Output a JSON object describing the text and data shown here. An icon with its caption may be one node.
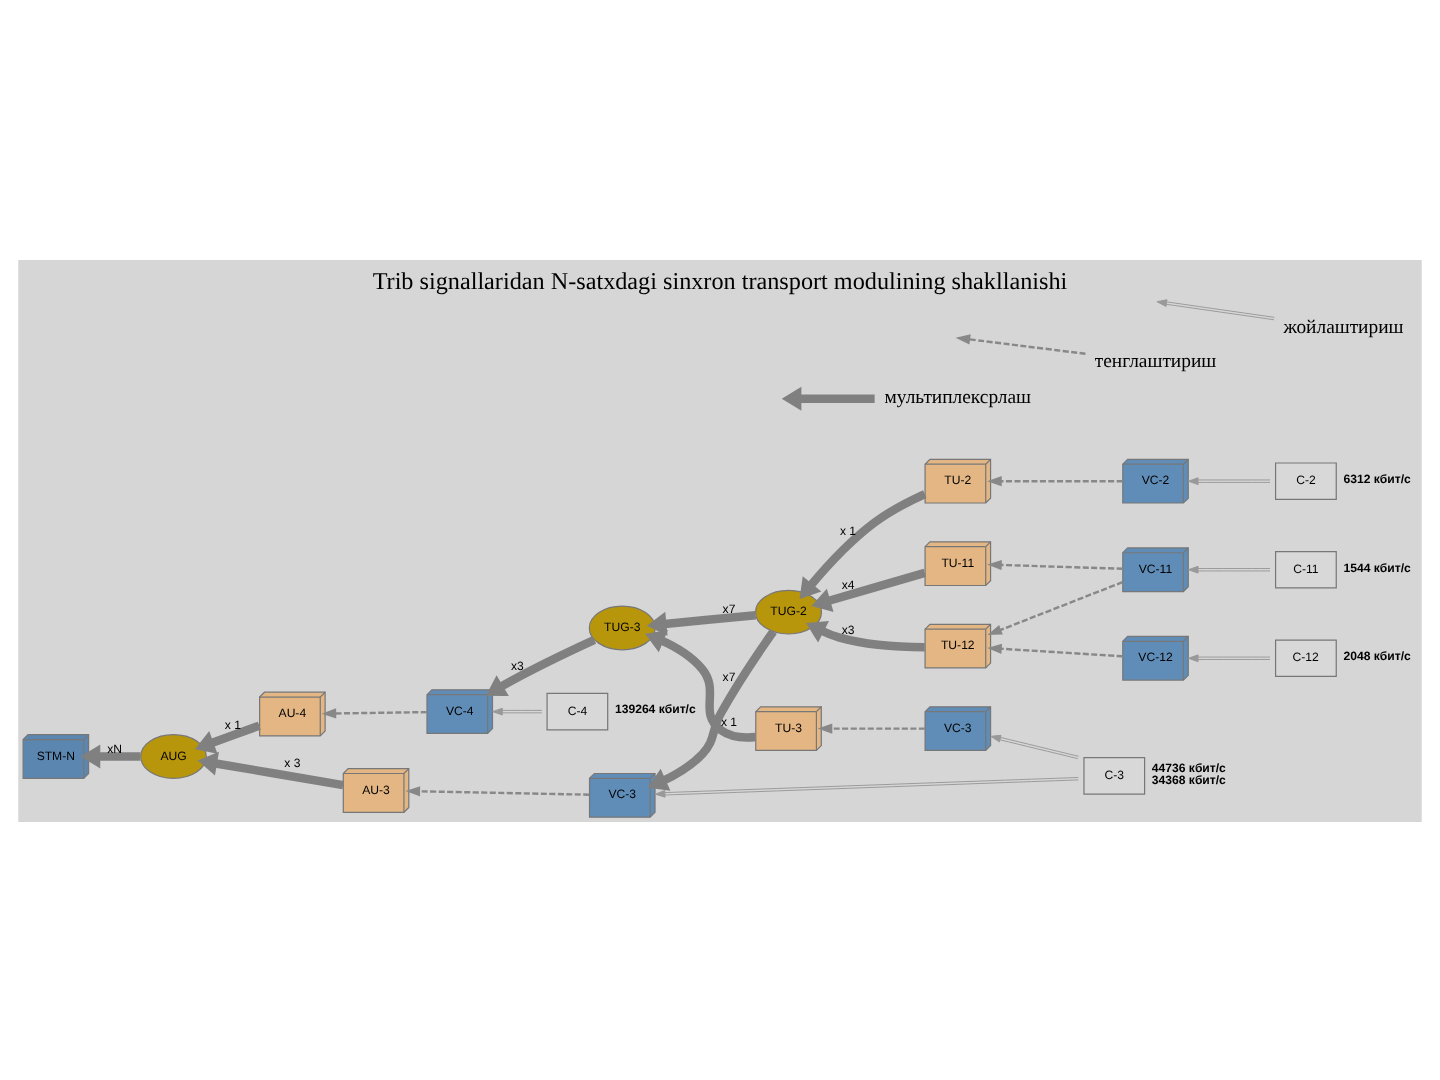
{
  "diagram": {
    "title": "Trib signallaridan N-satxdagi sinxron transport modulining shakllanishi",
    "nodes": [
      {
        "text": [
          "STM-N"
        ]
      },
      {
        "text": [
          "AUG"
        ]
      },
      {
        "text": [
          "AU-4"
        ]
      },
      {
        "text": [
          "VC-4"
        ]
      },
      {
        "text": [
          "C-4"
        ],
        "beside": [
          "139264 кбит/с"
        ]
      },
      {
        "text": [
          "TUG-3"
        ]
      },
      {
        "text": [
          "TU-3"
        ]
      },
      {
        "text": [
          "VC-3"
        ]
      },
      {
        "text": [
          "AU-3"
        ]
      },
      {
        "text": [
          "VC-3"
        ]
      },
      {
        "text": [
          "C-3"
        ],
        "beside": [
          "44736 кбит/с",
          "34368 кбит/с"
        ]
      },
      {
        "text": [
          "TUG-2"
        ]
      },
      {
        "text": [
          "TU-2"
        ]
      },
      {
        "text": [
          "VC-2"
        ]
      },
      {
        "text": [
          "C-2"
        ],
        "beside": [
          "6312 кбит/с"
        ]
      },
      {
        "text": [
          "TU-12"
        ]
      },
      {
        "text": [
          "VC-12"
        ]
      },
      {
        "text": [
          "C-12"
        ],
        "beside": [
          "2048 кбит/с"
        ]
      },
      {
        "text": [
          "TU-11"
        ]
      },
      {
        "text": [
          "VC-11"
        ]
      },
      {
        "text": [
          "C-11"
        ],
        "beside": [
          "1544 кбит/с"
        ]
      }
    ],
    "edges": [
      {
        "from": 1,
        "to": 0,
        "arrow": "to",
        "style": "thick",
        "label": "xN"
      },
      {
        "from": 2,
        "to": 1,
        "arrow": "to",
        "style": "thick",
        "label": "x 1"
      },
      {
        "from": 3,
        "to": 2,
        "arrow": "to",
        "style": "dashed"
      },
      {
        "from": 4,
        "to": 3,
        "arrow": "to"
      },
      {
        "from": 5,
        "to": 3,
        "arrow": "to",
        "style": "thick",
        "label": "x3"
      },
      {
        "from": 8,
        "to": 1,
        "arrow": "to",
        "style": "thick",
        "label": "x 3"
      },
      {
        "from": 6,
        "to": 5,
        "arrow": "to",
        "style": "thick",
        "label": "x 1"
      },
      {
        "from": 7,
        "to": 6,
        "arrow": "to",
        "style": "dashed"
      },
      {
        "from": 10,
        "to": 7,
        "arrow": "to"
      },
      {
        "from": 9,
        "to": 8,
        "arrow": "to",
        "style": "dashed"
      },
      {
        "from": 10,
        "to": 9,
        "arrow": "to"
      },
      {
        "from": 11,
        "to": 5,
        "arrow": "to",
        "style": "thick",
        "label": "x7"
      },
      {
        "from": 11,
        "to": 9,
        "arrow": "to",
        "style": "thick",
        "label": "x7"
      },
      {
        "from": 12,
        "to": 11,
        "arrow": "to",
        "style": "thick",
        "label": "x 1"
      },
      {
        "from": 13,
        "to": 12,
        "arrow": "to",
        "style": "dashed"
      },
      {
        "from": 14,
        "to": 13,
        "arrow": "to"
      },
      {
        "from": 15,
        "to": 11,
        "arrow": "to",
        "style": "thick",
        "label": "x3"
      },
      {
        "from": 16,
        "to": 15,
        "arrow": "to",
        "style": "dashed"
      },
      {
        "from": 17,
        "to": 16,
        "arrow": "to"
      },
      {
        "from": 18,
        "to": 11,
        "arrow": "to",
        "style": "thick",
        "label": "x4"
      },
      {
        "from": 19,
        "to": 18,
        "arrow": "to",
        "style": "dashed"
      },
      {
        "from": 20,
        "to": 19,
        "arrow": "to"
      },
      {
        "from": 19,
        "to": 15,
        "arrow": "to",
        "style": "dashed"
      }
    ],
    "legend": [
      {
        "text": "жойлаштириш"
      },
      {
        "text": "тенглаштириш"
      },
      {
        "text": "мультиплексрлаш"
      }
    ]
  }
}
